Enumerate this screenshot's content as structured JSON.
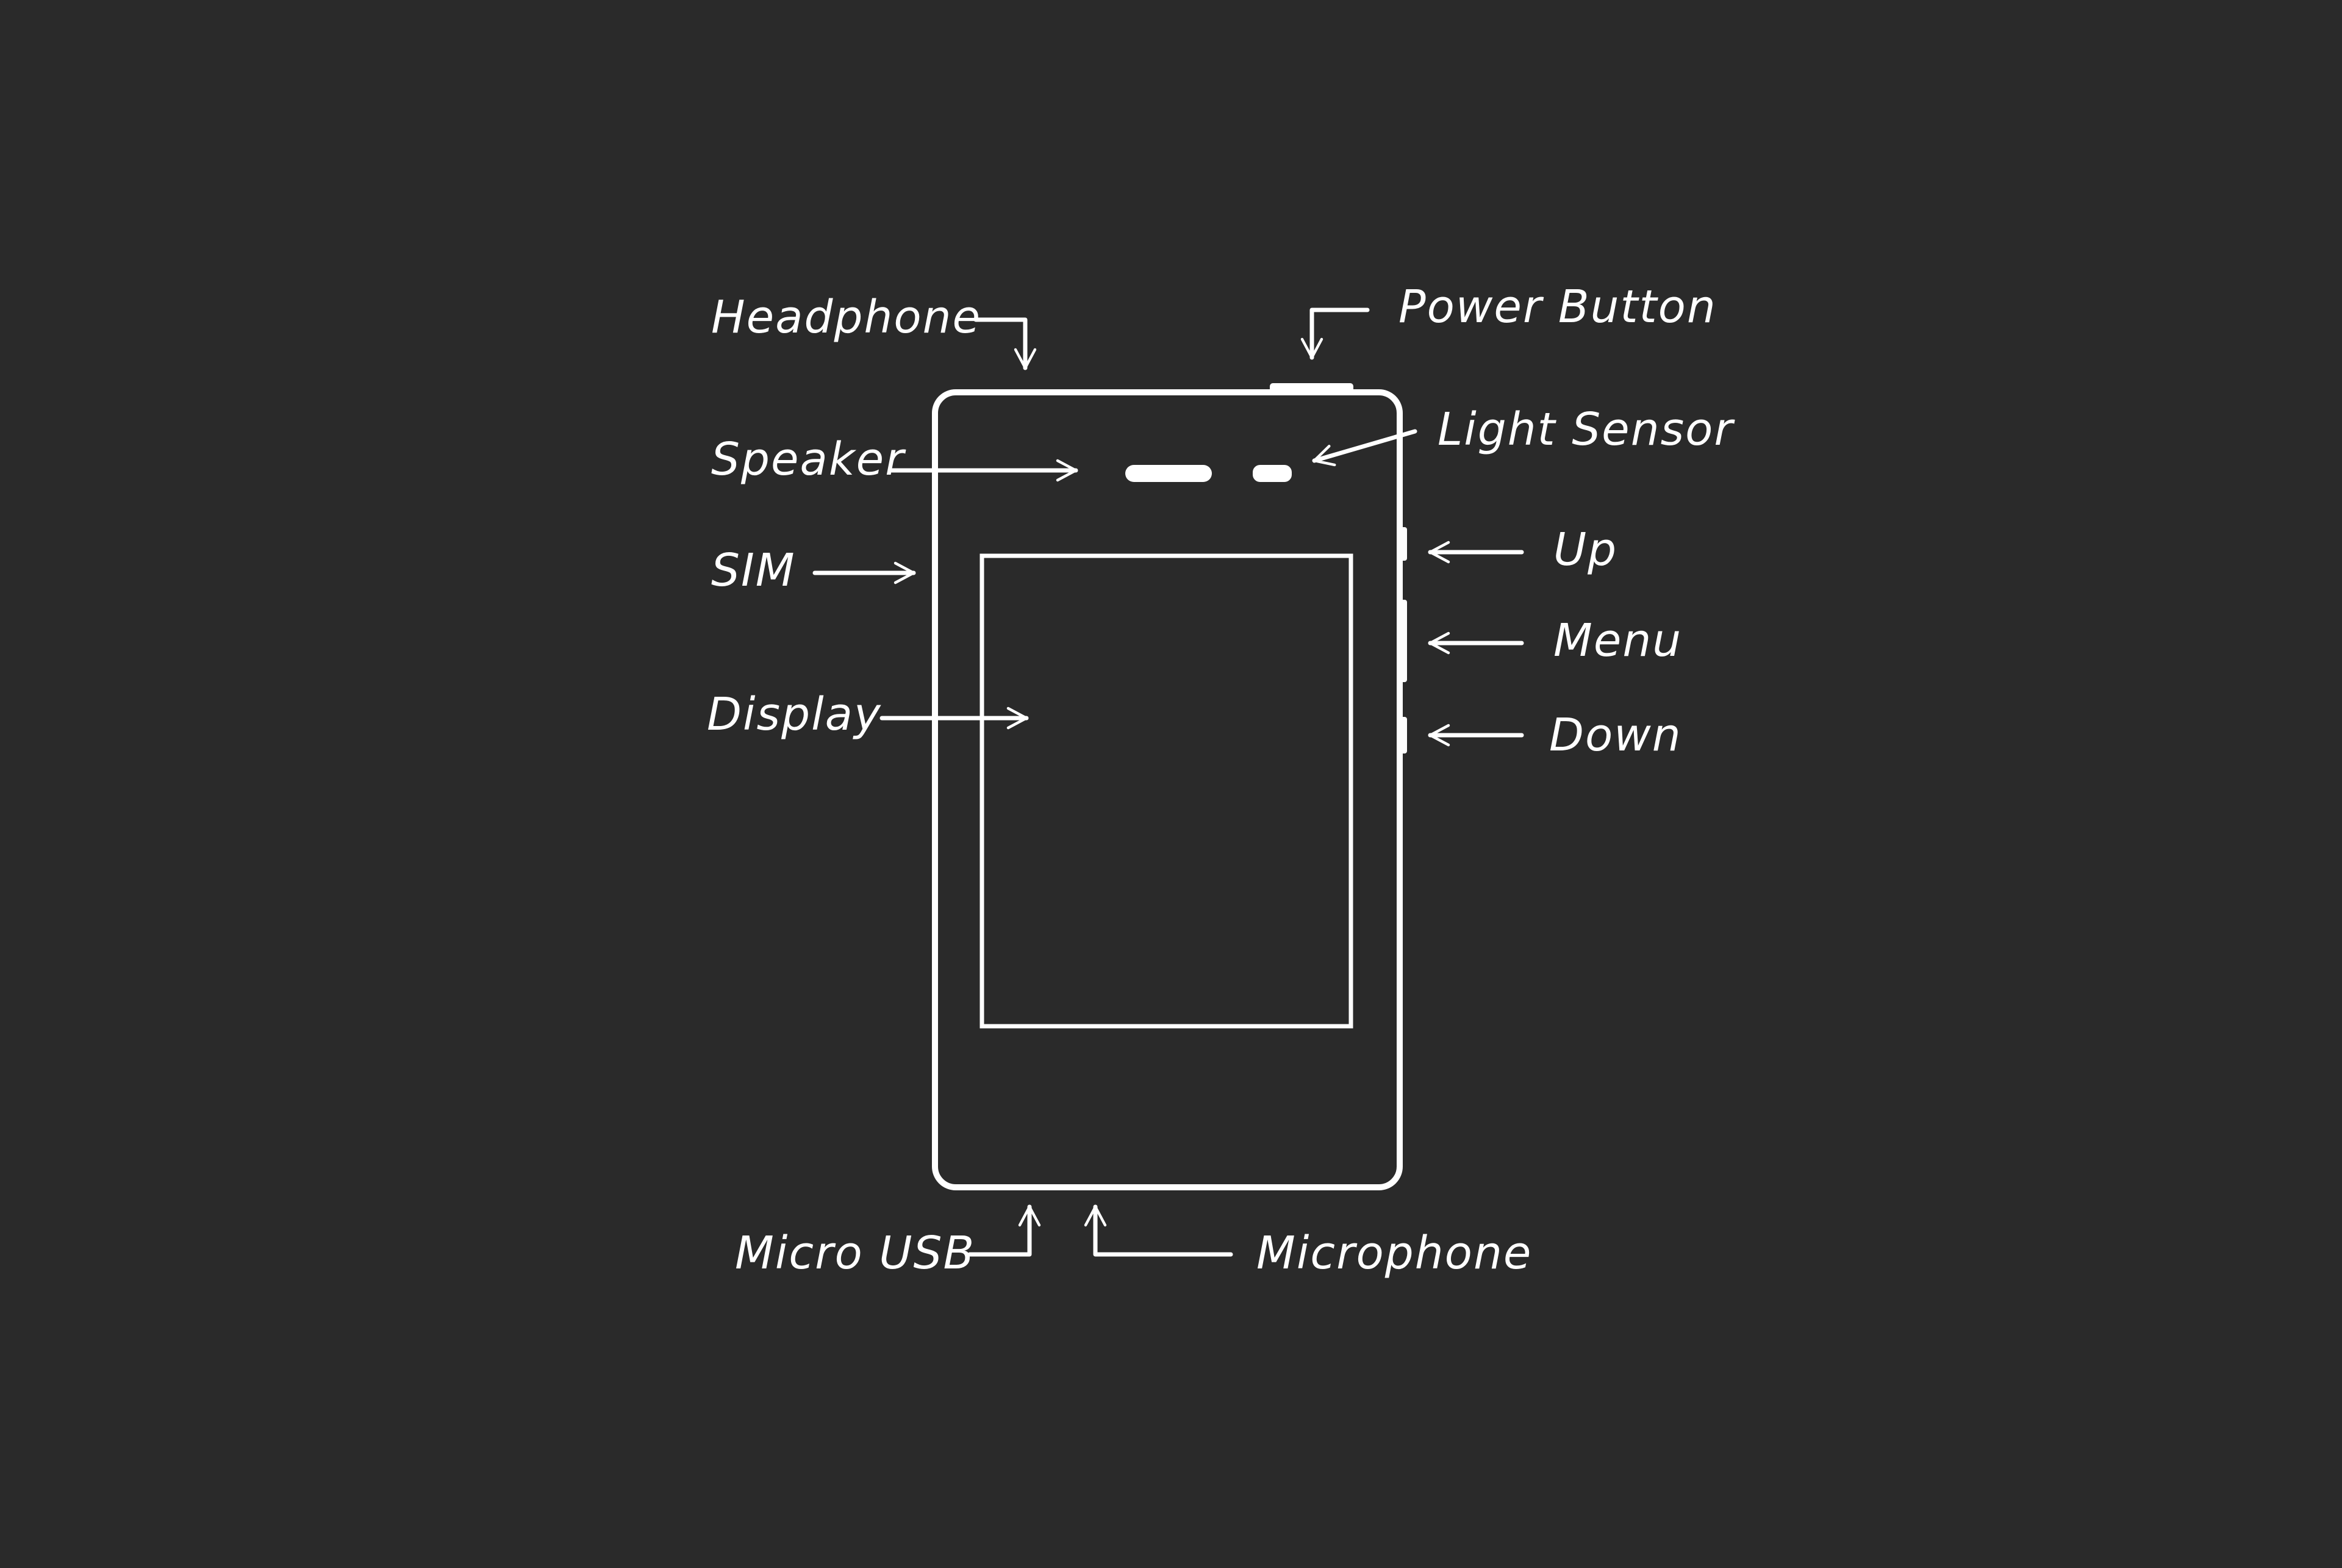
{
  "colors": {
    "background": "#2a2a2a",
    "foreground": "#ffffff"
  },
  "labels": {
    "headphone": "Headphone",
    "power_button": "Power Button",
    "speaker": "Speaker",
    "light_sensor": "Light Sensor",
    "sim": "SIM",
    "up": "Up",
    "menu": "Menu",
    "display": "Display",
    "down": "Down",
    "micro_usb": "Micro USB",
    "microphone": "Microphone"
  }
}
